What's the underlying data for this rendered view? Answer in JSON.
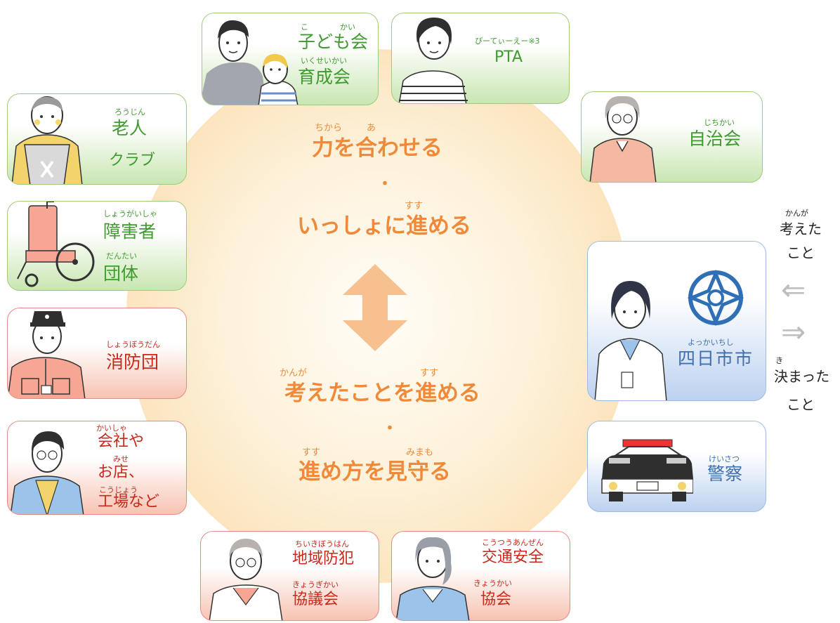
{
  "center": {
    "line1_ruby_a": "ちから",
    "line1_ruby_b": "あ",
    "line1": "力を合わせる",
    "dot1": "・",
    "line2_ruby": "すす",
    "line2": "いっしょに進める",
    "line3_ruby_a": "かんが",
    "line3_ruby_b": "すす",
    "line3": "考えたことを進める",
    "dot2": "・",
    "line4_ruby_a": "すす",
    "line4_ruby_b": "みまも",
    "line4": "進め方を見守る"
  },
  "groups": {
    "kodomokai": {
      "ruby1": "こ",
      "ruby1b": "かい",
      "name1": "子ども会",
      "ruby2": "いくせいかい",
      "name2": "育成会"
    },
    "pta": {
      "ruby": "ぴーてぃーえー※3",
      "name": "PTA"
    },
    "rojin": {
      "ruby": "ろうじん",
      "name1": "老人",
      "name2": "クラブ"
    },
    "jichikai": {
      "ruby": "じちかい",
      "name": "自治会"
    },
    "shogaisha": {
      "ruby1": "しょうがいしゃ",
      "name1": "障害者",
      "ruby2": "だんたい",
      "name2": "団体"
    },
    "shobodan": {
      "ruby": "しょうぼうだん",
      "name": "消防団"
    },
    "kaisha": {
      "ruby1": "かいしゃ",
      "name1": "会社や",
      "ruby2": "みせ",
      "name2": "お店、",
      "ruby3": "こうじょう",
      "name3": "工場など"
    },
    "chiiki": {
      "ruby1": "ちいきぼうはん",
      "name1": "地域防犯",
      "ruby2": "きょうぎかい",
      "name2": "協議会"
    },
    "kotsu": {
      "ruby1": "こうつうあんぜん",
      "name1": "交通安全",
      "ruby2": "きょうかい",
      "name2": "協会"
    },
    "city": {
      "ruby": "よっかいちし",
      "name": "四日市市"
    },
    "police": {
      "ruby": "けいさつ",
      "name": "警察"
    }
  },
  "side": {
    "thought_ruby": "かんが",
    "thought1": "考えた",
    "thought2": "こと",
    "arrow_left": "⇐",
    "arrow_right": "⇒",
    "decided_ruby": "き",
    "decided1": "決まった",
    "decided2": "こと"
  },
  "colors": {
    "center_text": "#ee8a3a",
    "green_label": "#3f9a2f",
    "red_label": "#c62a1c",
    "blue_label": "#3f6fae",
    "arrow": "#f7c08f"
  }
}
